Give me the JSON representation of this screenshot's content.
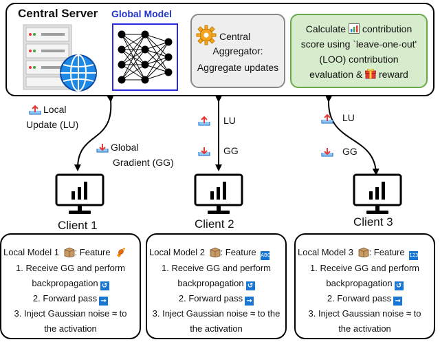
{
  "server": {
    "title": "Central Server",
    "global_model_title": "Global Model",
    "aggregator_lines": [
      "Central",
      "Aggregator:",
      "Aggregate updates"
    ],
    "calc_lines": [
      {
        "pre": "Calculate",
        "post": "contribution"
      },
      {
        "text": "score using `leave-one-out'"
      },
      {
        "text": "(LOO) contribution"
      },
      {
        "pre": "evaluation &",
        "post": "reward"
      }
    ]
  },
  "flows": {
    "local_update_label": "Local",
    "local_update_label_2": "Update (LU)",
    "global_gradient_label": "Global",
    "global_gradient_label_2": "Gradient (GG)",
    "lu_short": "LU",
    "gg_short": "GG"
  },
  "clients": [
    {
      "name": "Client 1",
      "model": "Local Model 1",
      "feature_label": ": Feature",
      "steps": [
        "1. Receive GG and perform",
        "backpropagation",
        "2. Forward pass",
        "3. Inject Gaussian noise",
        "the activation"
      ],
      "noise_suffix": "to",
      "feature_icon": "candy-icon",
      "feature_tag": ""
    },
    {
      "name": "Client 2",
      "model": "Local Model 2",
      "feature_label": ": Feature",
      "steps": [
        "1. Receive GG and perform",
        "backpropagation",
        "2. Forward pass",
        "3. Inject Gaussian noise",
        "the activation"
      ],
      "noise_suffix": "to the",
      "feature_icon": "abcd-icon",
      "feature_tag": "ABCD"
    },
    {
      "name": "Client 3",
      "model": "Local Model 3",
      "feature_label": ": Feature",
      "steps": [
        "1. Receive GG and perform",
        "backpropagation",
        "2. Forward pass",
        "3. Inject Gaussian noise",
        "the activation"
      ],
      "noise_suffix": "to",
      "feature_icon": "numbers-icon",
      "feature_tag": "1234"
    }
  ],
  "colors": {
    "global_model": "#2233cc",
    "aggregator_bg": "#eeeeee",
    "calc_bg": "#d6eccc",
    "calc_border": "#6aa84f",
    "tag_blue": "#1976d2"
  }
}
